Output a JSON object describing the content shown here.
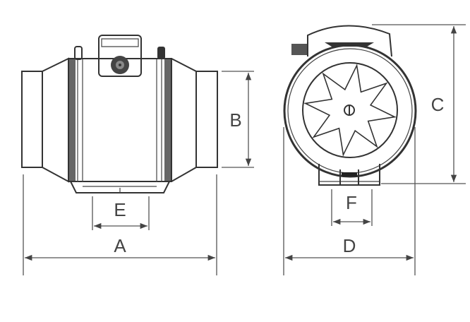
{
  "dimensions": {
    "a": "A",
    "b": "B",
    "c": "C",
    "d": "D",
    "e": "E",
    "f": "F"
  },
  "colors": {
    "line": "#333333",
    "dimension": "#555555",
    "background": "#ffffff"
  }
}
